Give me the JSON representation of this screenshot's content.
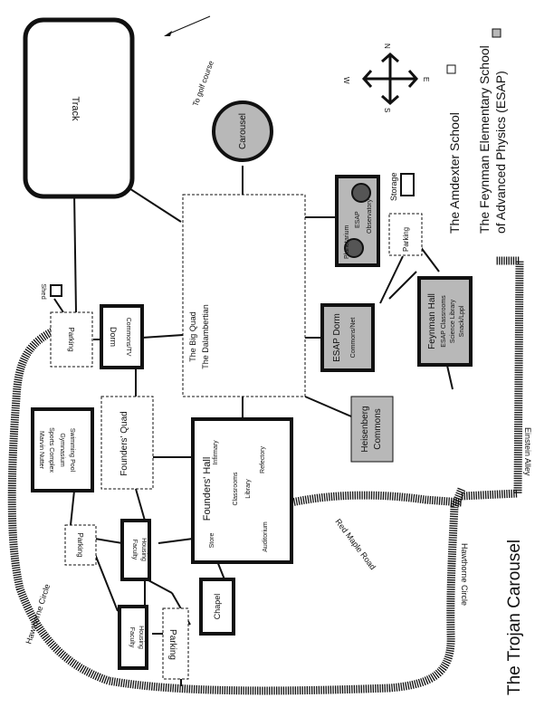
{
  "title": "The Trojan Carousel",
  "legend": {
    "amdexter": "The Amdexter School",
    "feynman_line1": "The Feynman Elementary School",
    "feynman_line2": "of Advanced Physics (ESAP)",
    "amdexter_color": "#ffffff",
    "esap_color": "#b8b8b8"
  },
  "compass": {
    "n": "N",
    "e": "E",
    "s": "S",
    "w": "W"
  },
  "golf_course": "To golf course",
  "track": "Track",
  "carousel": "Carousel",
  "storage": "Storage",
  "shed": "Shed",
  "observatory": {
    "planetarium": "Planetarium",
    "esap": "ESAP",
    "observatory": "Observatory"
  },
  "parking": "Parking",
  "big_quad": {
    "line1": "The Big Quad",
    "line2": "The Dalambertian"
  },
  "dorm": {
    "name": "Dorm",
    "sub": "Commons/TV"
  },
  "esap_dorm": {
    "name": "ESAP Dorm",
    "sub": "Commons/Net"
  },
  "feynman_hall": {
    "name": "Feynman Hall",
    "line1": "ESAP Classrooms",
    "line2": "Science Library",
    "line3": "Snack/Lppl"
  },
  "heisenberg": {
    "line1": "Heisenberg",
    "line2": "Commons"
  },
  "sports": {
    "line1": "Marvin Nutter",
    "line2": "Sports Complex",
    "line3": "Gymnasium",
    "line4": "Swimming Pool"
  },
  "founders_quad": "Founders' Quad",
  "founders_hall": {
    "name": "Founders' Hall",
    "infirmary": "Infirmary",
    "refectory": "Refectory",
    "classrooms": "Classrooms",
    "library": "Library",
    "store": "Store",
    "auditorium": "Auditorium"
  },
  "faculty_housing": {
    "line1": "Faculty",
    "line2": "Housing"
  },
  "chapel": "Chapel",
  "roads": {
    "einstein": "Einstein Alley",
    "red_maple": "Red Maple Road",
    "hawthorne": "Hawthorne Circle"
  }
}
